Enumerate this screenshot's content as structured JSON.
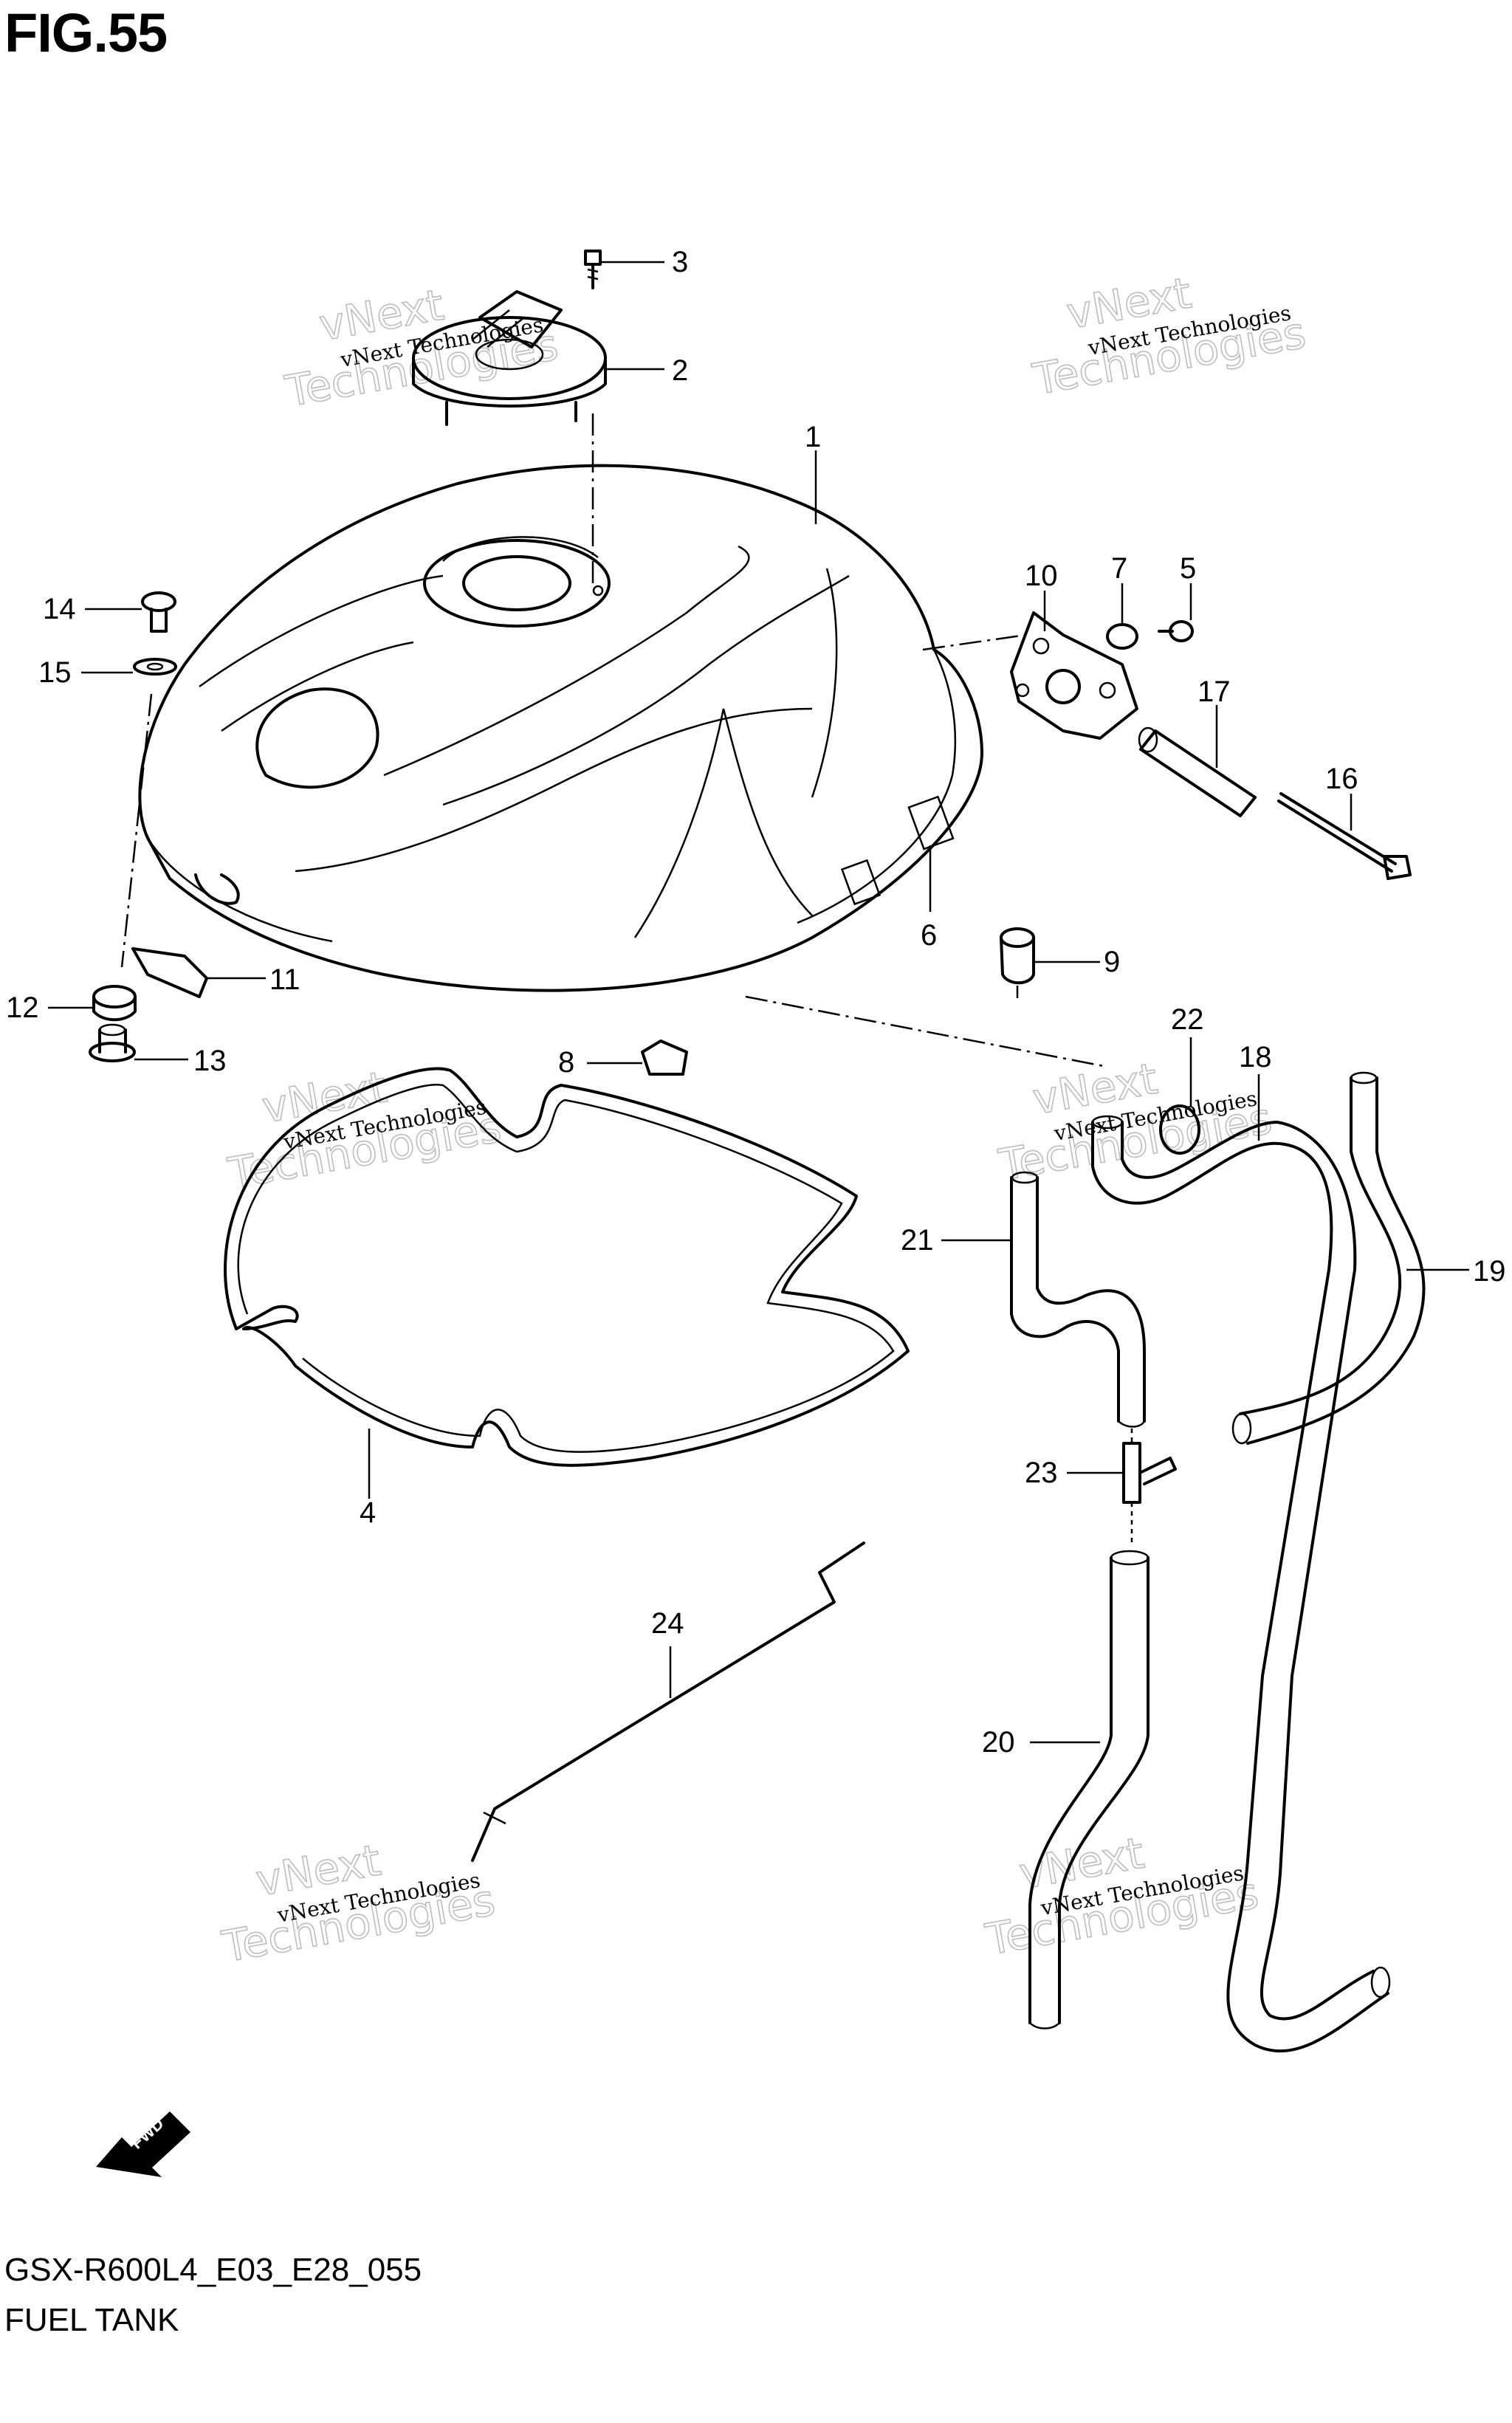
{
  "figure": {
    "title": "FIG.55"
  },
  "footer": {
    "code": "GSX-R600L4_E03_E28_055",
    "name": "FUEL TANK"
  },
  "callouts": [
    "1",
    "2",
    "3",
    "4",
    "5",
    "6",
    "7",
    "8",
    "9",
    "10",
    "11",
    "12",
    "13",
    "14",
    "15",
    "16",
    "17",
    "18",
    "19",
    "20",
    "21",
    "22",
    "23",
    "24"
  ],
  "watermark": {
    "line1": "vNext Technologies",
    "line2": "vNext",
    "line3": "Technologies"
  },
  "fwd_label": "FWD"
}
